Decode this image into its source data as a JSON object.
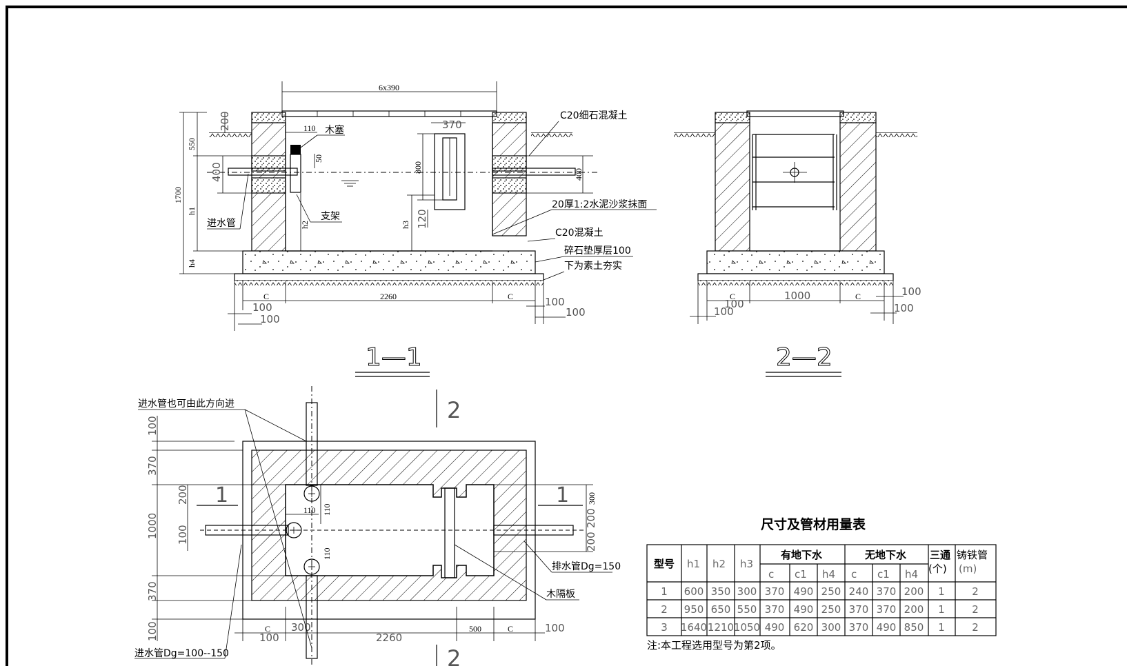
{
  "section_titles": {
    "s1": "1—1",
    "s2": "2—2",
    "cut": "2"
  },
  "dimensions": {
    "top_width": "6x390",
    "d1700": "1700",
    "d550": "550",
    "d200": "200",
    "d400": "400",
    "dh1": "h1",
    "dh4": "h4",
    "d110": "110",
    "d370": "370",
    "d50": "50",
    "d800": "800",
    "dh2": "h2",
    "dh3": "h3",
    "d120": "120",
    "d400r": "400",
    "dc": "C",
    "d2260": "2260",
    "d100": "100",
    "d1000": "1000",
    "d300": "300",
    "d500": "500",
    "one": "1"
  },
  "labels": {
    "c20_fine": "C20细石混凝土",
    "plug": "木塞",
    "inlet": "进水管",
    "support": "支架",
    "plaster": "20厚1:2水泥沙浆抹面",
    "c20": "C20混凝土",
    "gravel": "碎石垫厚层100",
    "soil": "下为素土夯实",
    "inlet_dir": "进水管也可由此方向进",
    "outlet": "排水管Dg=150",
    "partition": "木隔板",
    "inlet_dg": "进水管Dg=100--150"
  },
  "table": {
    "title": "尺寸及管材用量表",
    "h_model": "型号",
    "h_h1": "h1",
    "h_h2": "h2",
    "h_h3": "h3",
    "h_with": "有地下水",
    "h_without": "无地下水",
    "h_tee": "三通",
    "h_tee_unit": "(个)",
    "h_iron": "铸铁管",
    "h_iron_unit": "(m)",
    "sub": [
      "c",
      "c1",
      "h4",
      "c",
      "c1",
      "h4"
    ],
    "rows": [
      [
        "1",
        "600",
        "350",
        "300",
        "370",
        "490",
        "250",
        "240",
        "370",
        "200",
        "1",
        "2"
      ],
      [
        "2",
        "950",
        "650",
        "550",
        "370",
        "490",
        "250",
        "370",
        "370",
        "200",
        "1",
        "2"
      ],
      [
        "3",
        "1640",
        "1210",
        "1050",
        "490",
        "620",
        "300",
        "370",
        "490",
        "850",
        "1",
        "2"
      ]
    ],
    "note": "注:本工程选用型号为第2项。"
  }
}
